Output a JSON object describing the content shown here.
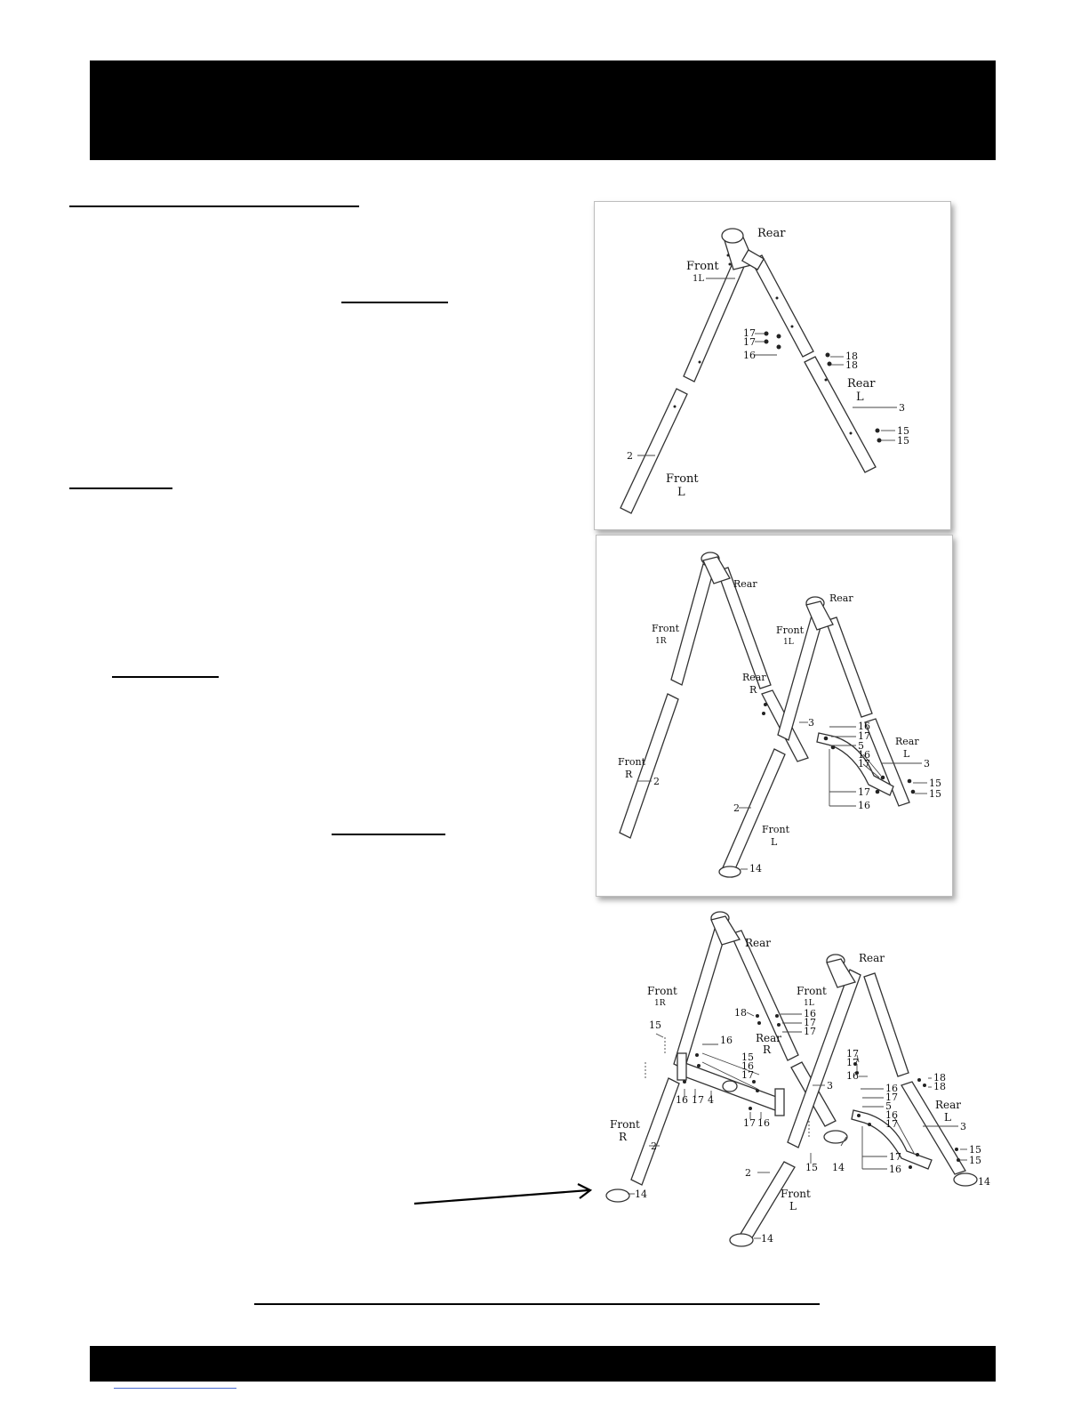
{
  "figure1": {
    "labels": {
      "rear": "Rear",
      "front": "Front",
      "part_1l": "1L",
      "rear_l_1": "Rear",
      "rear_l_2": "L",
      "front_l_1": "Front",
      "front_l_2": "L"
    },
    "callouts": [
      "17",
      "17",
      "16",
      "18",
      "18",
      "3",
      "15",
      "15",
      "2"
    ]
  },
  "figure2": {
    "labels": {
      "rear_a": "Rear",
      "rear_b": "Rear",
      "front_1r": "Front",
      "part_1r": "1R",
      "front_1l": "Front",
      "part_1l": "1L",
      "rear_r_1": "Rear",
      "rear_r_2": "R",
      "rear_l_1": "Rear",
      "rear_l_2": "L",
      "front_r_1": "Front",
      "front_r_2": "R",
      "front_l_1": "Front",
      "front_l_2": "L"
    },
    "callouts": [
      "3",
      "16",
      "17",
      "5",
      "16",
      "17",
      "3",
      "15",
      "15",
      "17",
      "16",
      "2",
      "2",
      "14"
    ]
  },
  "figure3": {
    "labels": {
      "rear_a": "Rear",
      "rear_b": "Rear",
      "front_1r": "Front",
      "part_1r": "1R",
      "front_1l": "Front",
      "part_1l": "1L",
      "rear_r_1": "Rear",
      "rear_r_2": "R",
      "rear_l_1": "Rear",
      "rear_l_2": "L",
      "front_r_1": "Front",
      "front_r_2": "R",
      "front_l_1": "Front",
      "front_l_2": "L"
    },
    "callouts": [
      "18",
      "16",
      "17",
      "17",
      "15",
      "16",
      "15",
      "16",
      "17",
      "16",
      "17",
      "4",
      "17",
      "16",
      "3",
      "15",
      "14",
      "2",
      "2",
      "14",
      "14",
      "17",
      "17",
      "16",
      "18",
      "18",
      "16",
      "17",
      "5",
      "16",
      "17",
      "3",
      "15",
      "15",
      "17",
      "16",
      "14"
    ]
  }
}
